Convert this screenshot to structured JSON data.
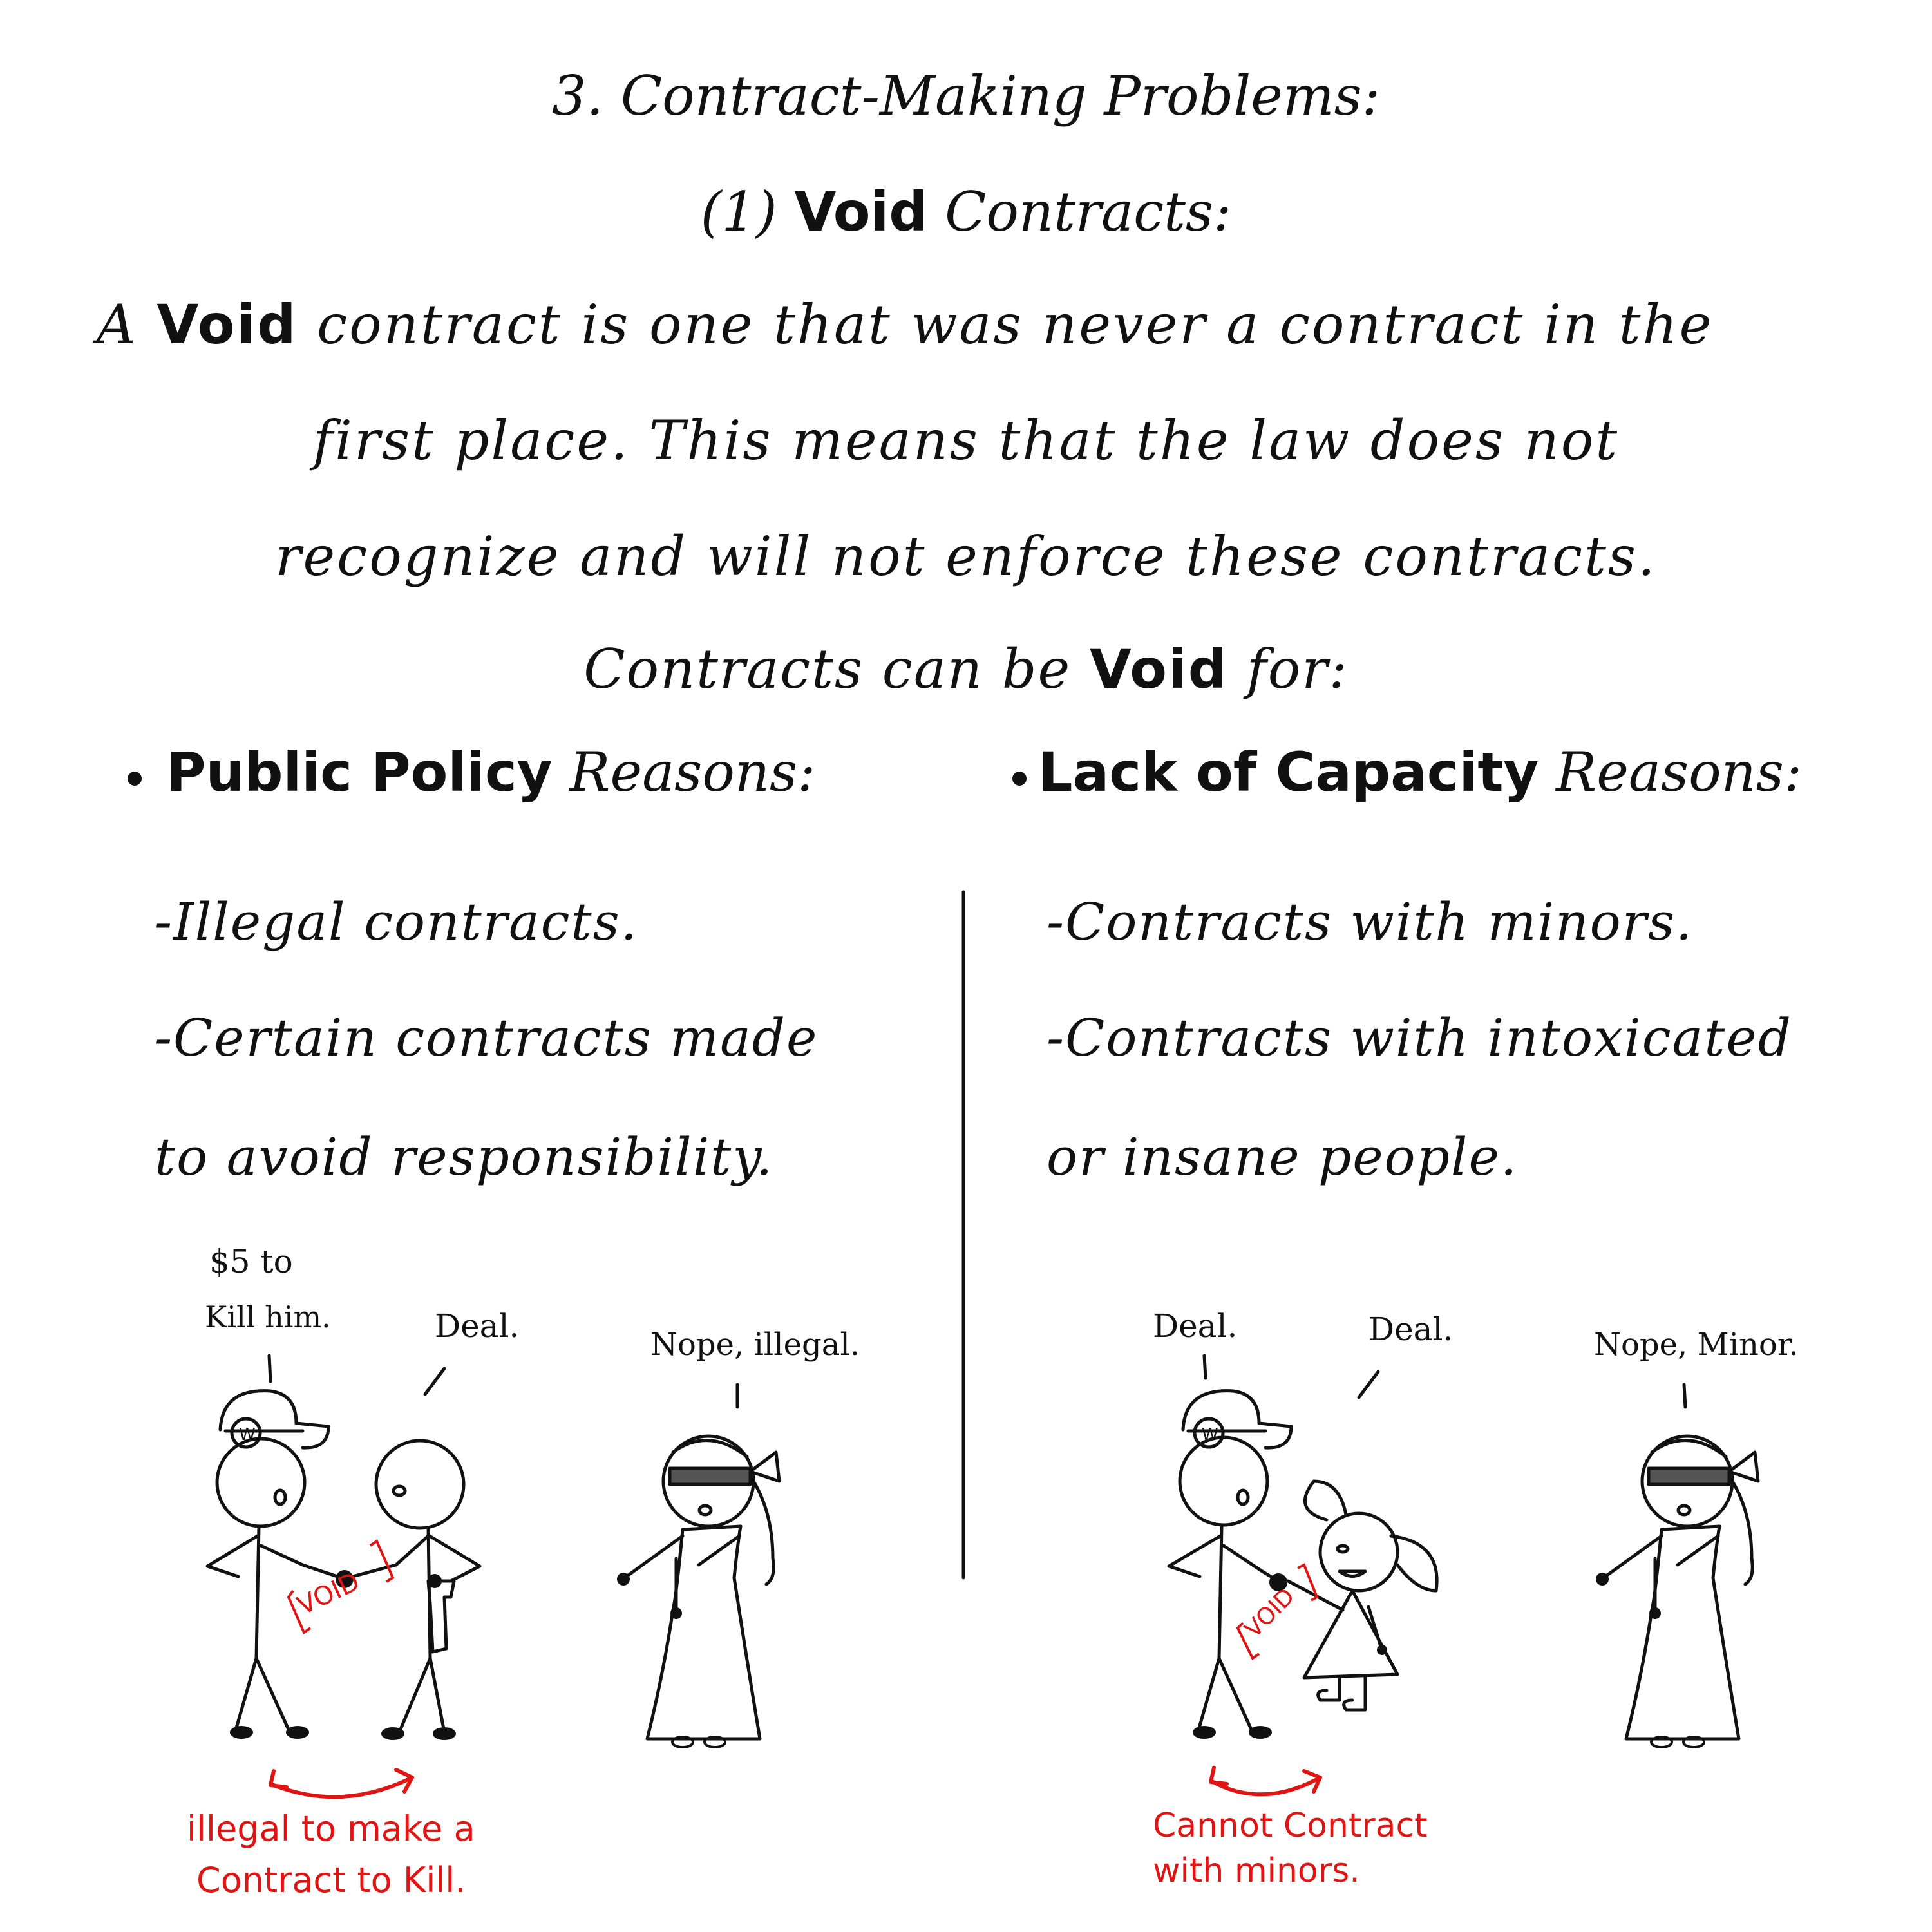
{
  "heading": "3. Contract-Making Problems:",
  "subheading": {
    "prefix": "(1)",
    "bold": "Void",
    "suffix": "Contracts:"
  },
  "definition": {
    "line1_a": "A",
    "line1_bold": "Void",
    "line1_b": "contract is one that was never a contract in the",
    "line2": "first place. This means that the law does not",
    "line3": "recognize and will not enforce these contracts."
  },
  "reasons_intro": {
    "a": "Contracts can be",
    "bold": "Void",
    "b": "for:"
  },
  "left_column": {
    "title_bold": "Public Policy",
    "title_rest": "Reasons:",
    "items": [
      "-Illegal contracts.",
      "-Certain contracts made",
      "to avoid responsibility."
    ]
  },
  "right_column": {
    "title_bold": "Lack of Capacity",
    "title_rest": "Reasons:",
    "items": [
      "-Contracts with minors.",
      "-Contracts with intoxicated",
      "or insane people."
    ]
  },
  "left_scene": {
    "speech_1_line1": "$5 to",
    "speech_1_line2": "Kill him.",
    "speech_2": "Deal.",
    "judge_speech": "Nope, illegal.",
    "stamp": "VOID",
    "cap_letter": "W",
    "caption_line1": "illegal to make a",
    "caption_line2": "Contract to Kill."
  },
  "right_scene": {
    "speech_1": "Deal.",
    "speech_2": "Deal.",
    "judge_speech": "Nope, Minor.",
    "stamp": "VOID",
    "cap_letter": "W",
    "caption_line1": "Cannot Contract",
    "caption_line2": "with minors."
  },
  "colors": {
    "ink": "#111111",
    "annotation_red": "#e11414"
  }
}
